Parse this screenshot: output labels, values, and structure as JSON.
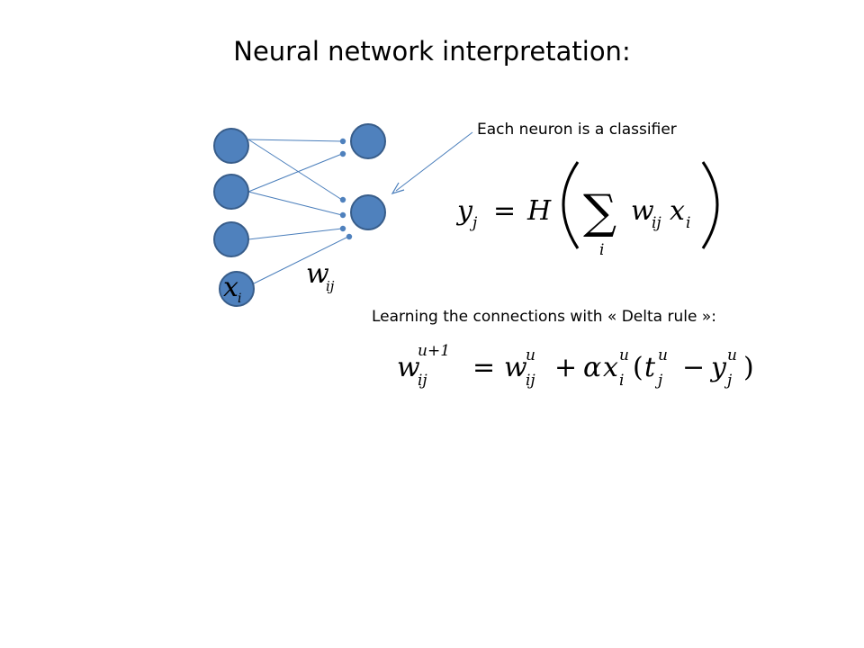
{
  "title": "Neural network interpretation:",
  "captions": {
    "classifier": "Each neuron is a classifier",
    "delta_rule": "Learning the connections with « Delta rule »:"
  },
  "labels": {
    "input": "x",
    "input_sub": "i",
    "weight": "w",
    "weight_sub": "ij"
  },
  "equation1": {
    "lhs": "y",
    "lhs_sub": "j",
    "eq": "=",
    "func": "H",
    "sum_index": "i",
    "w": "w",
    "w_sub": "ij",
    "x": "x",
    "x_sub": "i"
  },
  "equation2": {
    "w": "w",
    "w_sub": "ij",
    "w_sup": "u+1",
    "eq": "=",
    "w2": "w",
    "w2_sub": "ij",
    "w2_sup": "u",
    "plus": "+",
    "alpha": "α",
    "x": "x",
    "x_sub": "i",
    "x_sup": "u",
    "lparen": "(",
    "t": "t",
    "t_sub": "j",
    "t_sup": "u",
    "minus": "−",
    "y": "y",
    "y_sub": "j",
    "y_sup": "u",
    "rparen": ")"
  },
  "colors": {
    "node_fill": "#4f81bd",
    "node_stroke": "#385d8a",
    "line": "#4a7ebb"
  }
}
